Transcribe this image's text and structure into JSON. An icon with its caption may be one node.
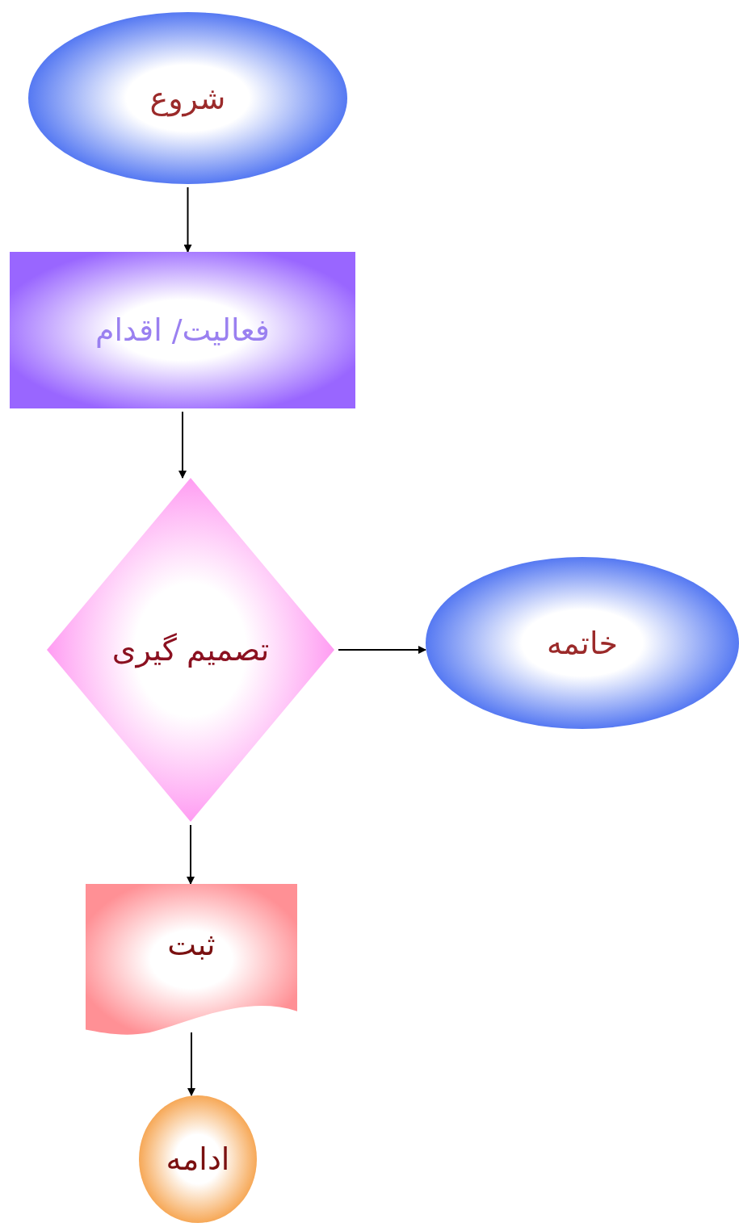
{
  "diagram": {
    "nodes": [
      {
        "text": [
          "شروع"
        ]
      },
      {
        "text": [
          "فعالیت/ اقدام"
        ]
      },
      {
        "text": [
          "تصمیم گیری"
        ]
      },
      {
        "text": [
          "خاتمه"
        ]
      },
      {
        "text": [
          "ثبت"
        ]
      },
      {
        "text": [
          "ادامه"
        ]
      }
    ],
    "edges": [
      {
        "from": 0,
        "to": 1,
        "arrow": "to"
      },
      {
        "from": 1,
        "to": 2,
        "arrow": "to"
      },
      {
        "from": 2,
        "to": 3,
        "arrow": "to"
      },
      {
        "from": 2,
        "to": 4,
        "arrow": "to"
      },
      {
        "from": 4,
        "to": 5,
        "arrow": "to"
      }
    ]
  }
}
